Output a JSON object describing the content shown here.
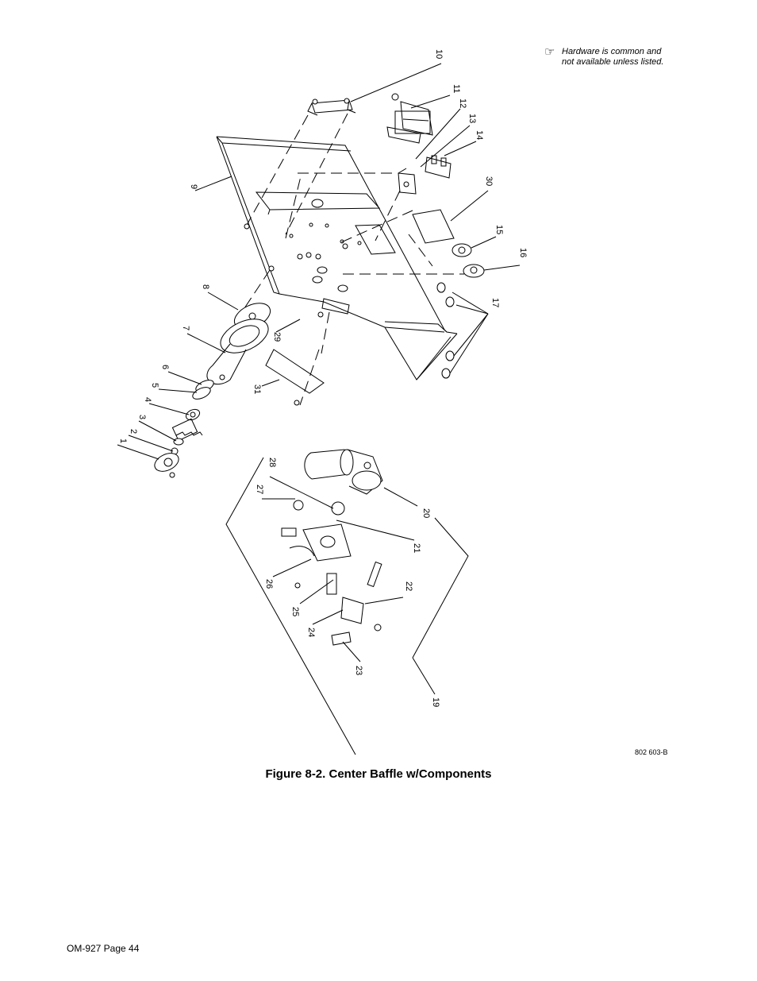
{
  "note": {
    "icon": "pointing-hand-icon",
    "line1": "Hardware is common and",
    "line2": "not available unless listed."
  },
  "callouts": {
    "c1": "1",
    "c2": "2",
    "c3": "3",
    "c4": "4",
    "c5": "5",
    "c6": "6",
    "c7": "7",
    "c8": "8",
    "c9": "9",
    "c10": "10",
    "c11": "11",
    "c12": "12",
    "c13": "13",
    "c14": "14",
    "c15": "15",
    "c16": "16",
    "c17": "17",
    "c19": "19",
    "c20": "20",
    "c21": "21",
    "c22": "22",
    "c23": "23",
    "c24": "24",
    "c25": "25",
    "c26": "26",
    "c27": "27",
    "c28": "28",
    "c29": "29",
    "c30": "30",
    "c31": "31"
  },
  "drawing_number": "802 603-B",
  "figure_caption": "Figure 8-2. Center Baffle w/Components",
  "footer": "OM-927 Page 44"
}
